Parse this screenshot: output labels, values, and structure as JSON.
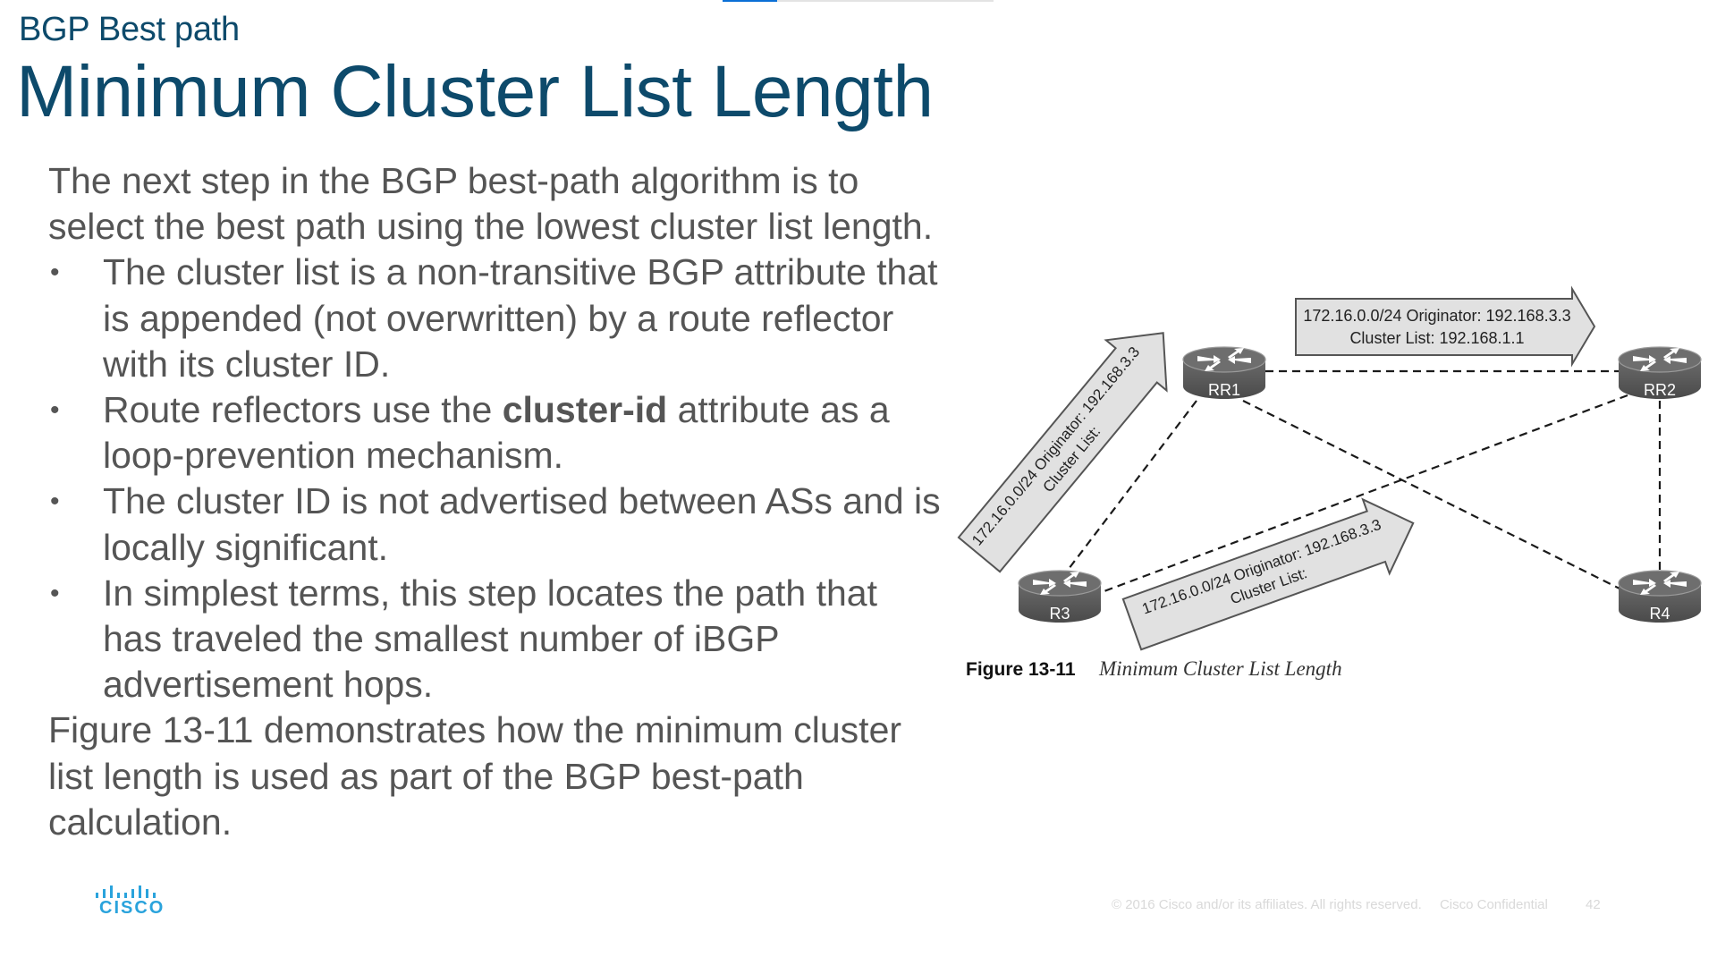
{
  "progress": {
    "fraction": 0.2,
    "accent": "#0a6fd6"
  },
  "header": {
    "subtitle": "BGP Best path",
    "title": "Minimum Cluster List Length"
  },
  "body": {
    "intro": "The next step in the BGP best-path algorithm is to select the best path using the lowest cluster list length.",
    "bullet_glyph": "•",
    "bullets": [
      {
        "text": "The cluster list is a non-transitive BGP attribute that is appended (not overwritten) by a route reflector with its cluster ID."
      },
      {
        "before": "Route reflectors use the ",
        "bold": "cluster-id",
        "after": " attribute as a loop-prevention mechanism."
      },
      {
        "text": "The cluster ID is not advertised between ASs and is locally significant."
      },
      {
        "text": "In simplest terms, this step locates the path that has traveled the smallest number of iBGP advertisement hops."
      }
    ],
    "outro": "Figure 13-11 demonstrates how the minimum cluster list length is used as part of the BGP best-path calculation."
  },
  "diagram": {
    "routers": [
      {
        "id": "RR1",
        "label": "RR1"
      },
      {
        "id": "RR2",
        "label": "RR2"
      },
      {
        "id": "R3",
        "label": "R3"
      },
      {
        "id": "R4",
        "label": "R4"
      }
    ],
    "links": [
      [
        "RR1",
        "RR2"
      ],
      [
        "RR1",
        "R3"
      ],
      [
        "RR1",
        "R4"
      ],
      [
        "RR2",
        "R3"
      ],
      [
        "RR2",
        "R4"
      ]
    ],
    "arrows": [
      {
        "id": "r3-to-rr1",
        "line1": "172.16.0.0/24 Originator: 192.168.3.3",
        "line2": "Cluster List:"
      },
      {
        "id": "r3-to-rr2",
        "line1": "172.16.0.0/24 Originator: 192.168.3.3",
        "line2": "Cluster List:"
      },
      {
        "id": "rr1-to-rr2",
        "line1": "172.16.0.0/24 Originator: 192.168.3.3",
        "line2": "Cluster List: 192.168.1.1"
      }
    ],
    "caption": {
      "number": "Figure 13-11",
      "title": "Minimum Cluster List Length"
    }
  },
  "brand": {
    "logo_text": "CISCO",
    "logo_color": "#2aa3dc"
  },
  "footer": {
    "copyright": "© 2016  Cisco and/or its affiliates. All rights reserved.",
    "confidential": "Cisco Confidential",
    "page_number": "42"
  }
}
